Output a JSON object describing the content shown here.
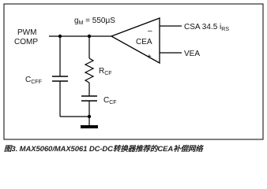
{
  "diagram": {
    "gm_label": "g",
    "gm_sub": "M",
    "gm_value": " = 550μS",
    "amp_name": "CEA",
    "minus_sign": "–",
    "plus_sign": "+",
    "csa_label": "CSA 34.5 i",
    "csa_sub": "RS",
    "vea_label": "VEA",
    "pwm_line1": "PWM",
    "pwm_line2": "COMP",
    "ccff_main": "C",
    "ccff_sub": "CFF",
    "rcf_main": "R",
    "rcf_sub": "CF",
    "ccf_main": "C",
    "ccf_sub": "CF"
  },
  "caption": "图3. MAX5060/MAX5061 DC-DC转换器推荐的CEA补偿网络"
}
